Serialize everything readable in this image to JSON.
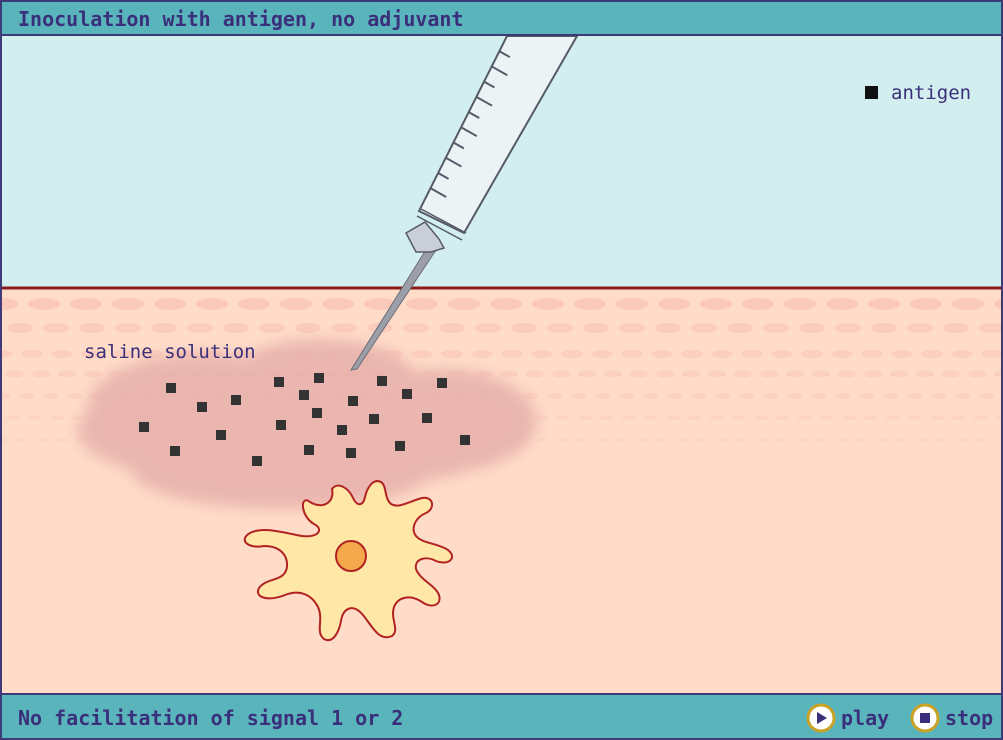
{
  "header": {
    "title": "Inoculation with antigen, no adjuvant"
  },
  "legend": {
    "symbol_label": "antigen",
    "symbol_color": "#111111"
  },
  "diagram": {
    "saline_label": "saline solution",
    "colors": {
      "air": "#d3eeee",
      "tissue": "#ffdcc8",
      "skin_line": "#8b1a1a",
      "saline_cloud": "#e8b2ad",
      "cell_fill": "#ffe7a8",
      "cell_outline": "#b22222",
      "nucleus": "#f5a84c"
    },
    "icons": {
      "syringe": "syringe-icon",
      "antigen": "antigen-square-icon",
      "cell": "dendritic-cell-icon"
    }
  },
  "footer": {
    "status": "No facilitation of signal 1 or 2",
    "play_label": "play",
    "stop_label": "stop"
  }
}
